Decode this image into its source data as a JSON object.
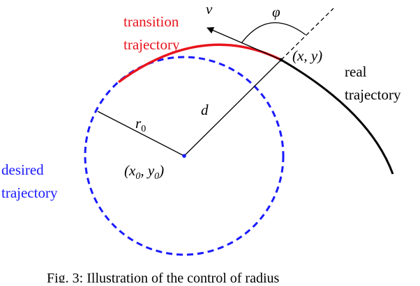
{
  "colors": {
    "transition": "#e8141c",
    "desired": "#1a1aff",
    "real": "#000000",
    "background": "#ffffff"
  },
  "labels": {
    "transition_line1": "transition",
    "transition_line2": "trajectory",
    "velocity": "v",
    "angle": "φ",
    "point": "(x, y)",
    "real_line1": "real",
    "real_line2": "trajectory",
    "distance": "d",
    "radius": "r",
    "radius_subscript": "0",
    "center_open": "(x",
    "center_sub1": "0",
    "center_mid": ", y",
    "center_sub2": "0",
    "center_close": ")",
    "desired_line1": "desired",
    "desired_line2": "trajectory"
  },
  "caption": "Fig. 3: Illustration of the control of radius"
}
